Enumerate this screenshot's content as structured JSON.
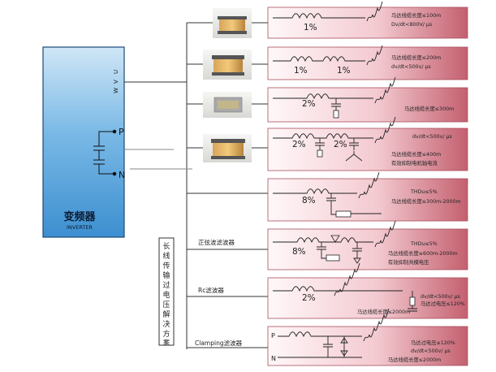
{
  "inverter": {
    "title": "变频器",
    "subtitle": "INVERTER",
    "uvw": [
      "U",
      "V",
      "W"
    ],
    "p_label": "P",
    "n_label": "N"
  },
  "vertical_label": [
    "长",
    "线",
    "传",
    "输",
    "过",
    "电",
    "压",
    "解",
    "决",
    "方",
    "案"
  ],
  "filter_labels": {
    "sine": "正弦波滤波器",
    "rc": "Rc滤波器",
    "clamping": "Clamping滤波器"
  },
  "panels": [
    {
      "pct": [
        "1%"
      ],
      "notes": [
        "马达线缆长度≤100m",
        "Dv/dt<800V/ µs"
      ]
    },
    {
      "pct": [
        "1%",
        "1%"
      ],
      "notes": [
        "马达线缆长度≤200m",
        "dv/dt<500v/ µs"
      ]
    },
    {
      "pct": [
        "2%"
      ],
      "notes": [
        "马达线缆长度≤300m"
      ]
    },
    {
      "pct": [
        "2%",
        "2%"
      ],
      "notes": [
        "dv/dt<500v/ µs",
        "马达线缆长度≤400m",
        "有效抑制电机轴电流"
      ]
    },
    {
      "pct": [
        "8%"
      ],
      "notes": [
        "THDu≤5%",
        "马达线缆长度≤300m-2000m"
      ]
    },
    {
      "pct": [
        "8%"
      ],
      "notes": [
        "THDu≤5%",
        "马达线缆长度≤600m-2000m",
        "有效抑制共模电压"
      ]
    },
    {
      "pct": [
        "2%"
      ],
      "notes": [
        "dv/dt<500v/ µs",
        "马达过电压≤120%",
        "马达线缆长度≤2000m"
      ]
    },
    {
      "pct": [],
      "notes": [
        "马达过电压≤120%",
        "dv/dt<500v/ µs",
        "马达线缆长度≤2000m"
      ],
      "p": "P",
      "n": "N"
    }
  ],
  "colors": {
    "inverter": "#5aa7dc",
    "panel_light": "#fbeef0",
    "panel_dark": "#c86a7a"
  }
}
